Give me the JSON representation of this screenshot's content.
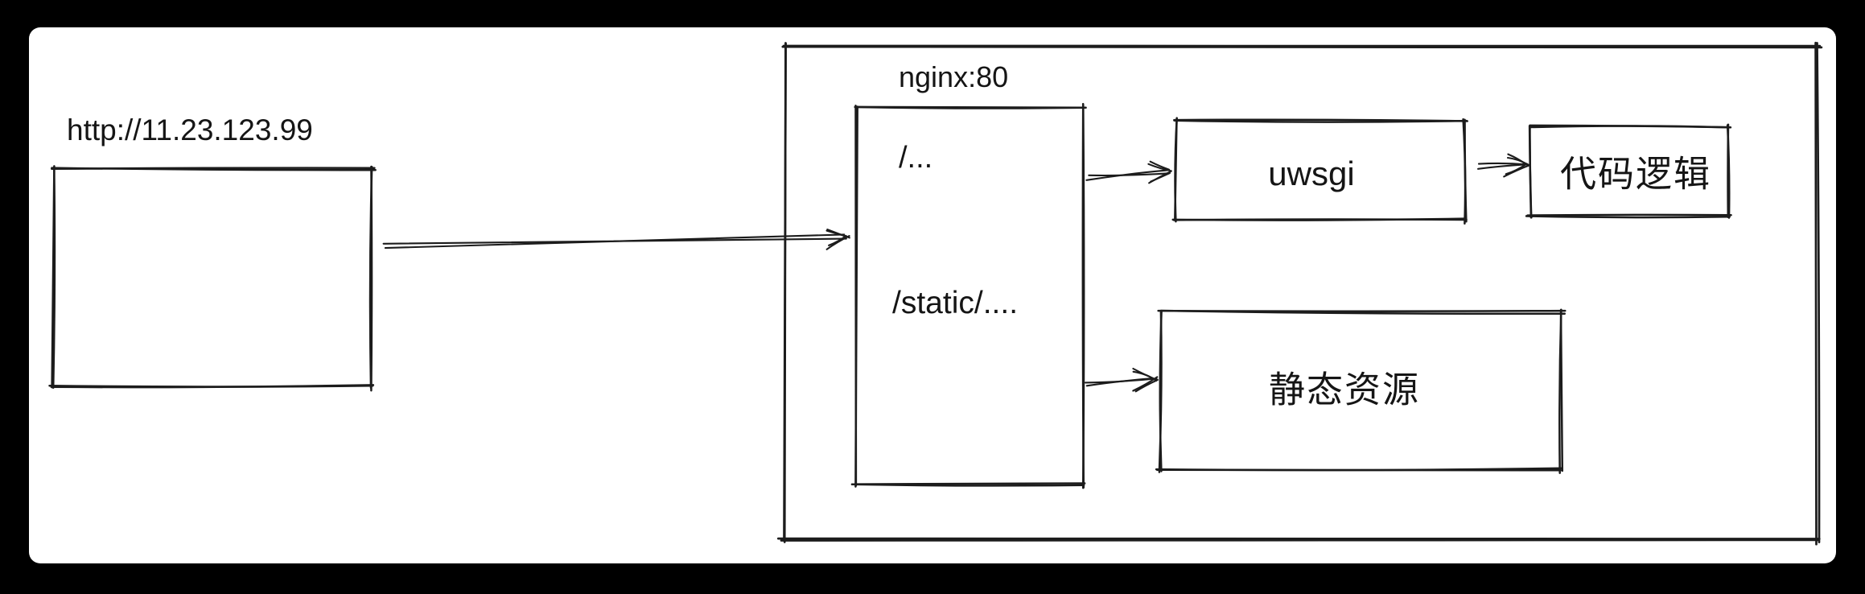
{
  "colors": {
    "page_bg": "#000000",
    "canvas_bg": "#ffffff",
    "stroke": "#1c1c1c",
    "text": "#151515"
  },
  "client": {
    "url_label": "http://11.23.123.99"
  },
  "nginx": {
    "title": "nginx:80",
    "route_root": "/...",
    "route_static": "/static/...."
  },
  "services": {
    "uwsgi": "uwsgi",
    "code_logic": "代码逻辑",
    "static_assets": "静态资源"
  }
}
